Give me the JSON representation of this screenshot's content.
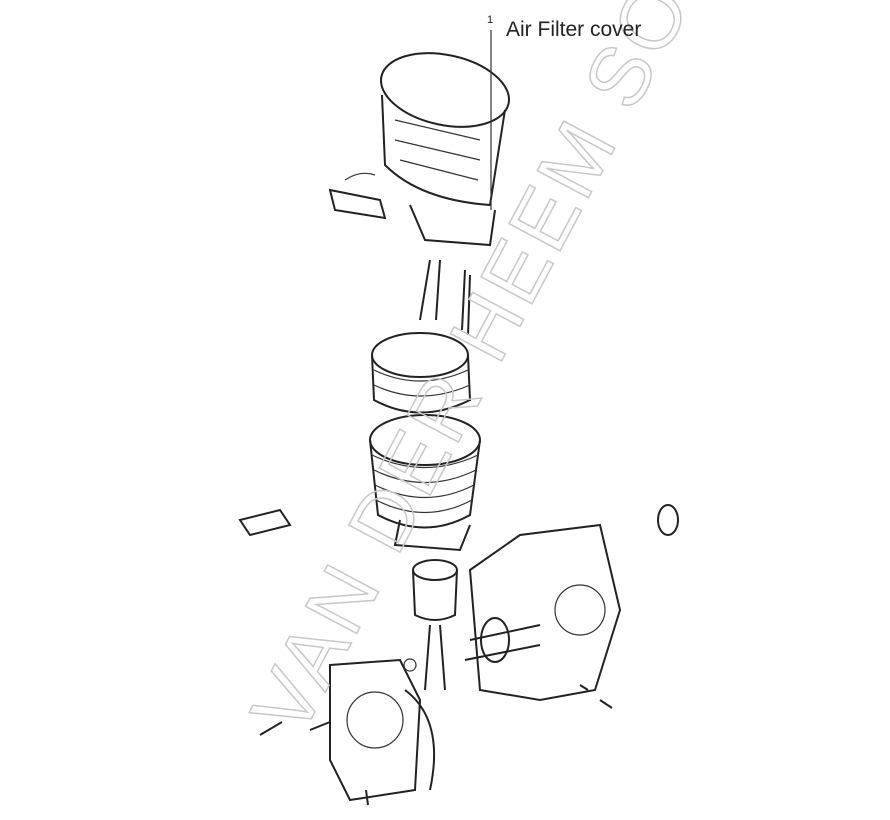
{
  "diagram": {
    "callout": {
      "number": "1",
      "label": "Air Filter cover"
    },
    "watermark": "VAN DER HEEM SOLEX"
  }
}
